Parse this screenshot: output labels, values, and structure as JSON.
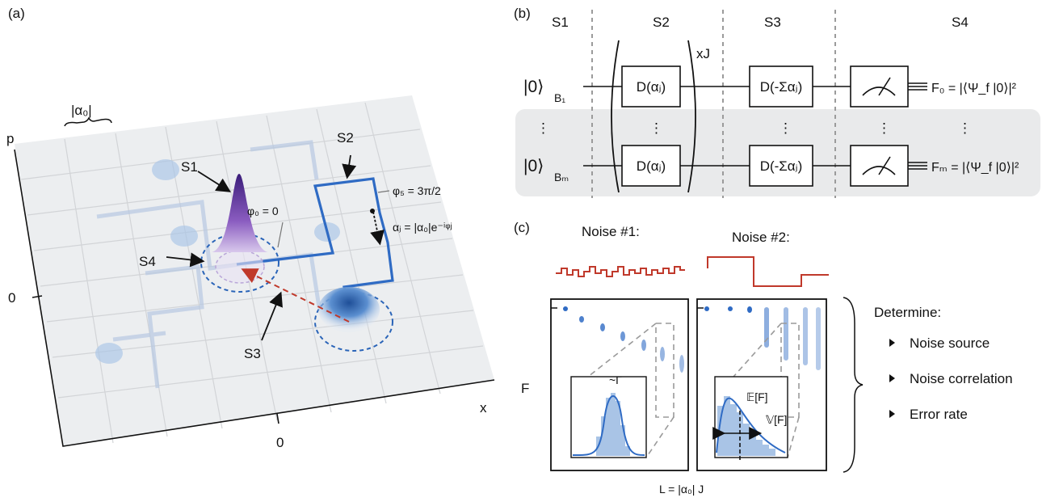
{
  "panel_a": {
    "label": "(a)",
    "axis_x": "x",
    "axis_p": "p",
    "tick_x": "0",
    "tick_p": "0",
    "alpha0_label": "|α₀|",
    "steps": {
      "s1": "S1",
      "s2": "S2",
      "s3": "S3",
      "s4": "S4"
    },
    "phi0": "φ₀ = 0",
    "phi5": "φ₅ = 3π/2",
    "alpha_j": "αⱼ = |α₀|e⁻ⁱᵠʲ"
  },
  "panel_b": {
    "label": "(b)",
    "stages": [
      "S1",
      "S2",
      "S3",
      "S4"
    ],
    "repeat": "xJ",
    "ket_top": "|0⟩",
    "ket_top_sub": "B₁",
    "ket_bottom": "|0⟩",
    "ket_bottom_sub": "Bₘ",
    "gate_d": "D(αⱼ)",
    "gate_inv": "D(-Σαⱼ)",
    "fid_top": "F₀ = |⟨Ψ_f |0⟩|²",
    "fid_bottom": "Fₘ = |⟨Ψ_f |0⟩|²",
    "dots": "⋮"
  },
  "panel_c": {
    "label": "(c)",
    "noise1": "Noise #1:",
    "noise2": "Noise #2:",
    "ylabel": "F",
    "xlabel": "L = |α₀| J",
    "gamma": "~Γ",
    "mean": "𝔼[F]",
    "var": "𝕍[F]",
    "determine": "Determine:",
    "bullets": [
      "Noise source",
      "Noise correlation",
      "Error rate"
    ]
  },
  "colors": {
    "blue": "#2a64b8",
    "light_blue": "#a9c4e6",
    "red": "#c0392b",
    "grid_bg": "#eceef0",
    "purple": "#5a2a8a",
    "gray_box": "#e9eaeb"
  }
}
